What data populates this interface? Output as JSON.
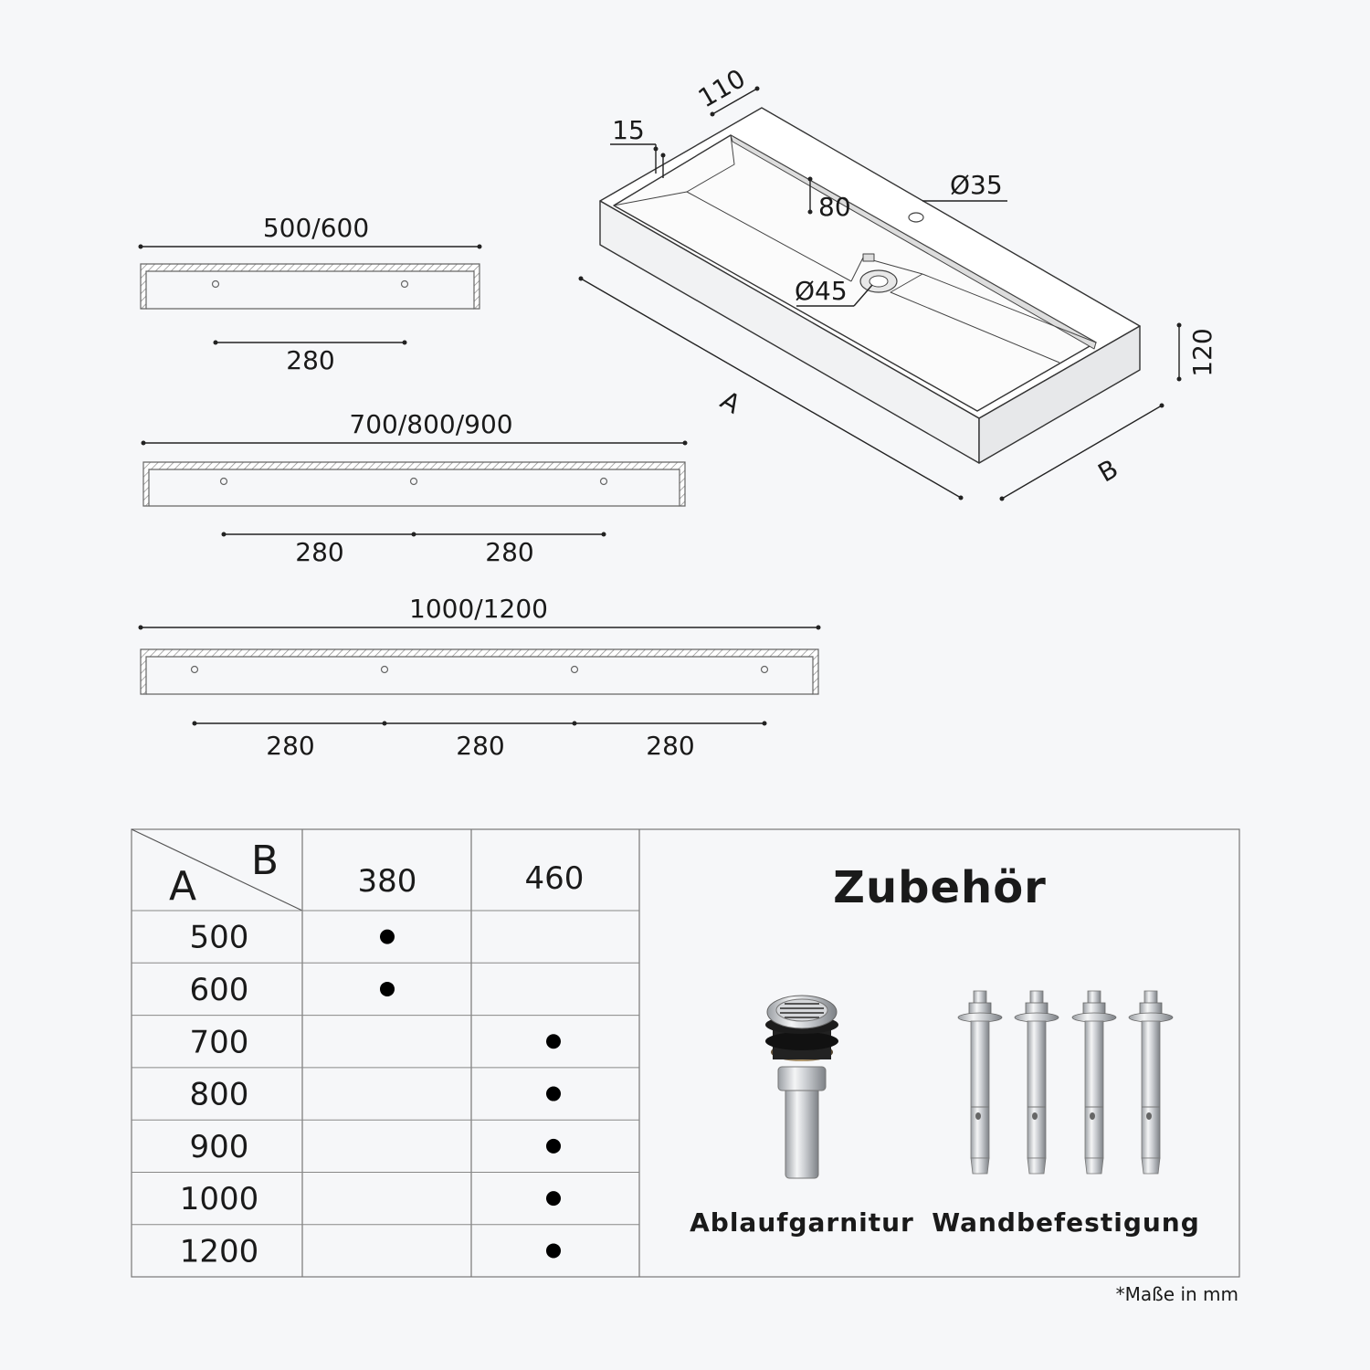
{
  "profiles": [
    {
      "width_label": "500/600",
      "spacing_labels": [
        "280"
      ]
    },
    {
      "width_label": "700/800/900",
      "spacing_labels": [
        "280",
        "280"
      ]
    },
    {
      "width_label": "1000/1200",
      "spacing_labels": [
        "280",
        "280",
        "280"
      ]
    }
  ],
  "iso": {
    "dims": {
      "wall": "15",
      "rim": "110",
      "depth": "80",
      "faucet_hole": "Ø35",
      "drain": "Ø45",
      "height": "120",
      "length_label": "A",
      "width_label": "B"
    }
  },
  "table": {
    "corner_a": "A",
    "corner_b": "B",
    "col_headers": [
      "380",
      "460"
    ],
    "rows": [
      {
        "label": "500",
        "marks": [
          true,
          false
        ]
      },
      {
        "label": "600",
        "marks": [
          true,
          false
        ]
      },
      {
        "label": "700",
        "marks": [
          false,
          true
        ]
      },
      {
        "label": "800",
        "marks": [
          false,
          true
        ]
      },
      {
        "label": "900",
        "marks": [
          false,
          true
        ]
      },
      {
        "label": "1000",
        "marks": [
          false,
          true
        ]
      },
      {
        "label": "1200",
        "marks": [
          false,
          true
        ]
      }
    ]
  },
  "accessories": {
    "title": "Zubehör",
    "items": [
      {
        "label": "Ablaufgarnitur",
        "icon": "drain-fitting-icon"
      },
      {
        "label": "Wandbefestigung",
        "icon": "wall-anchor-bolt-icon"
      }
    ]
  },
  "footnote": "*Maße in mm"
}
